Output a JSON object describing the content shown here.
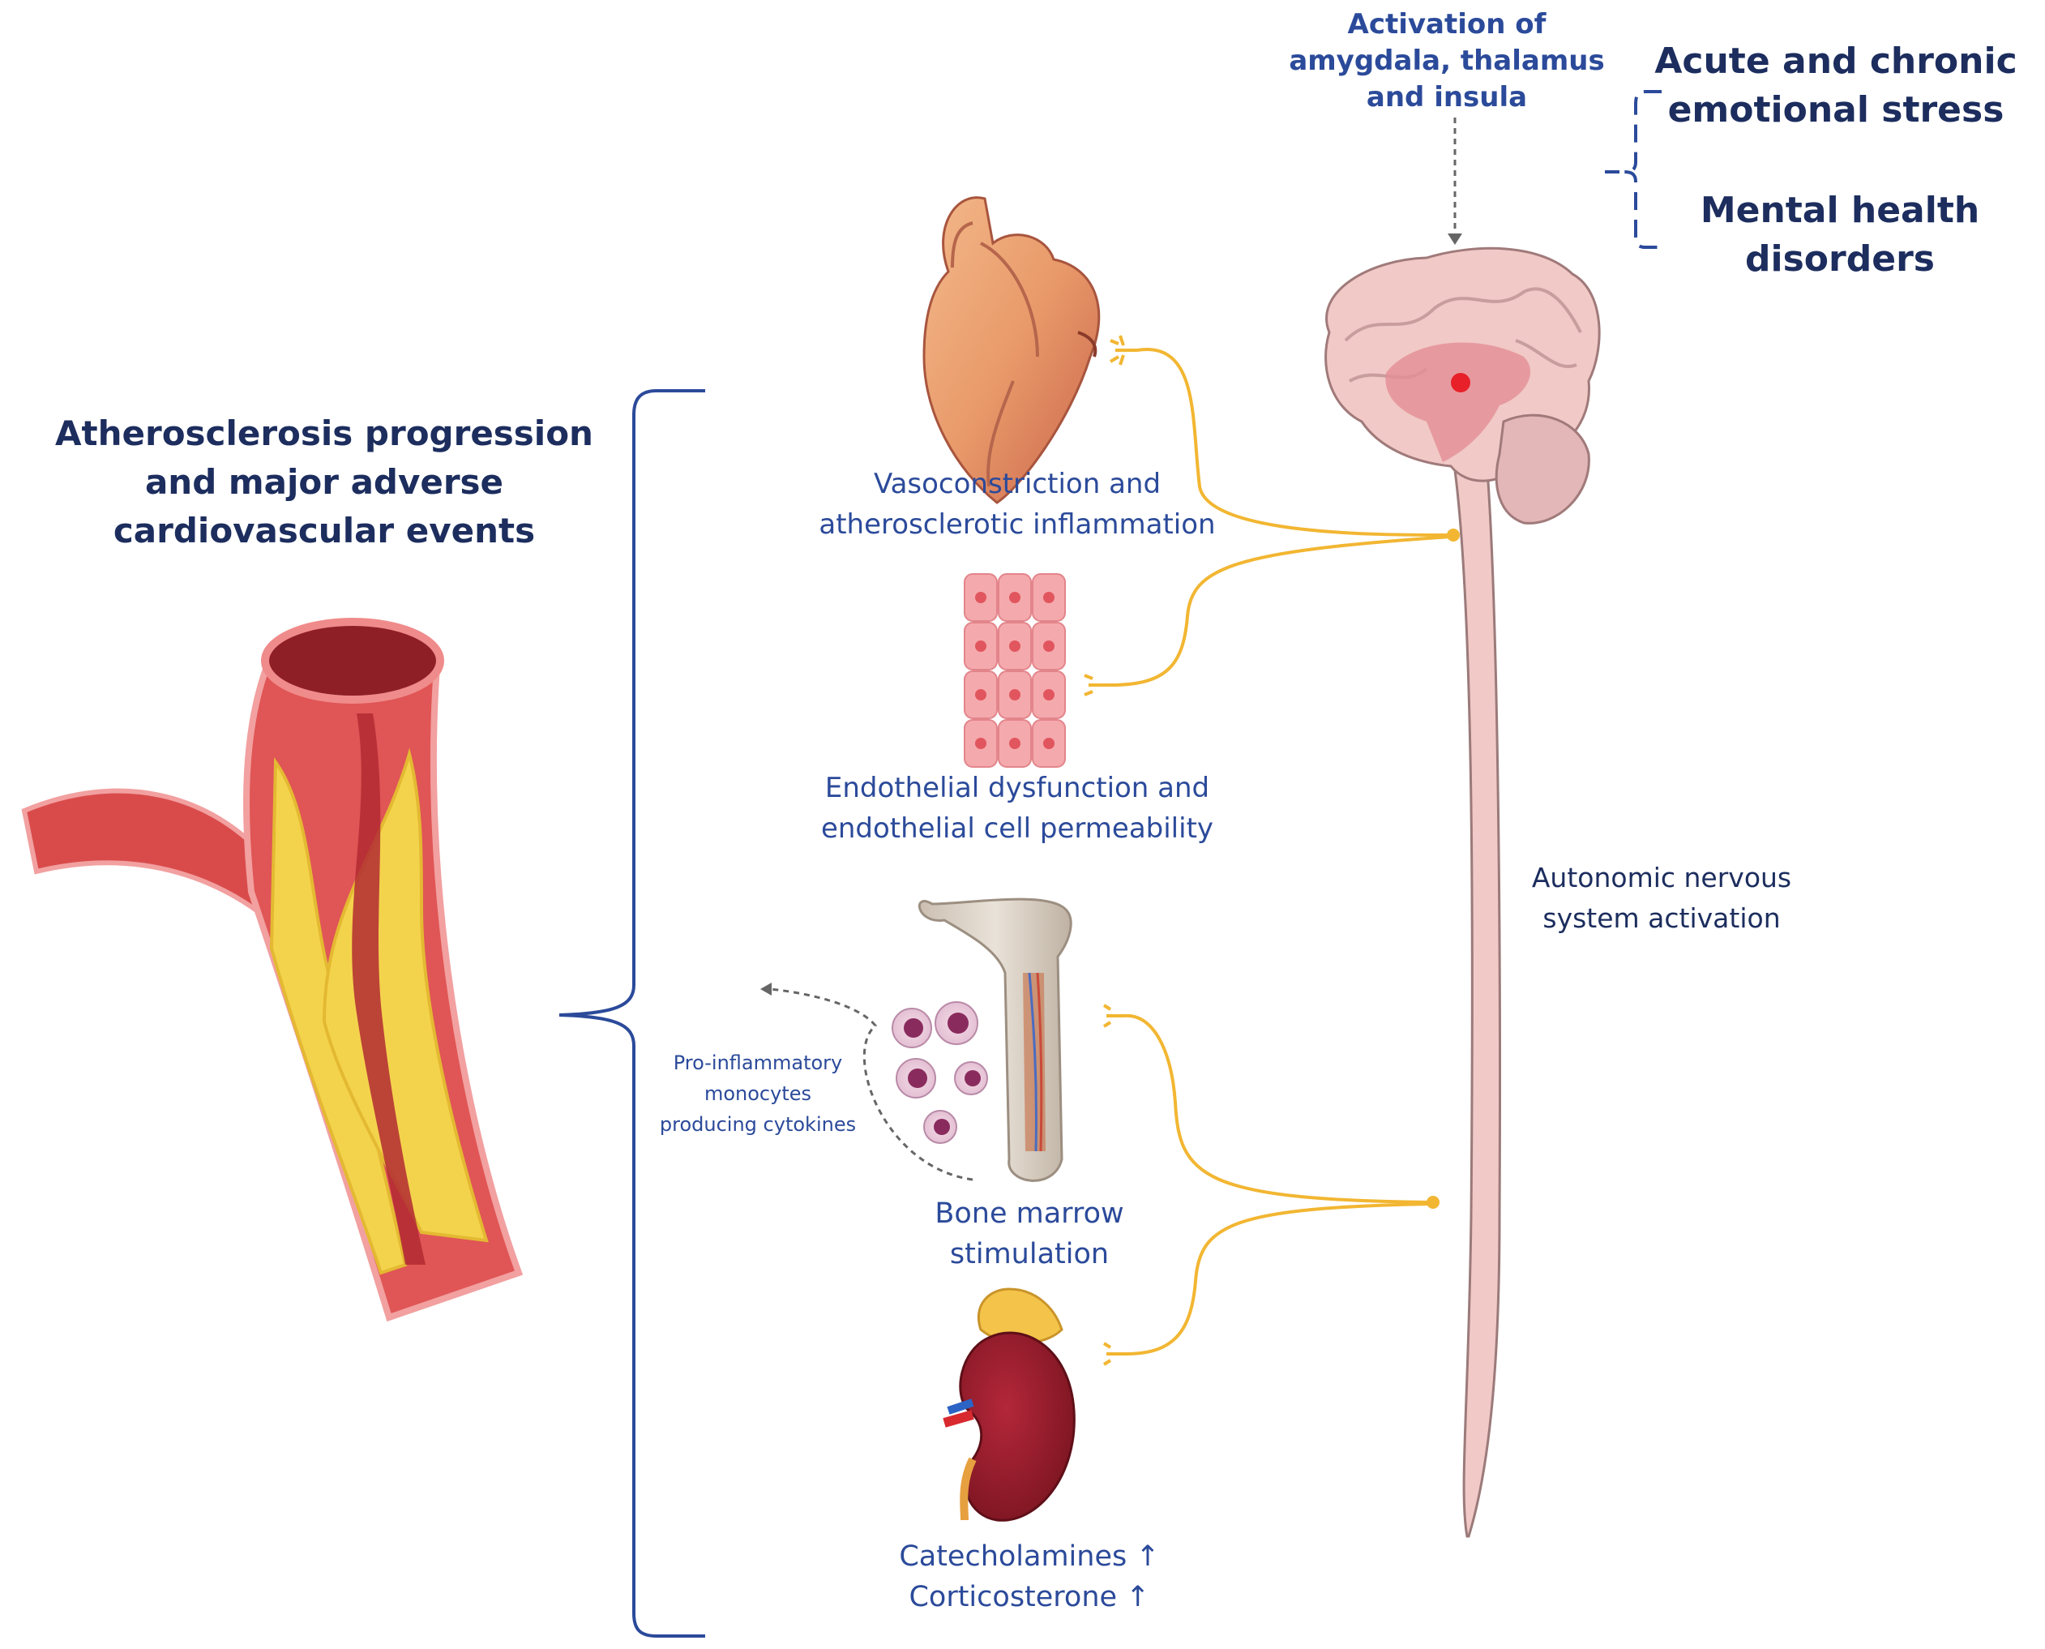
{
  "labels": {
    "activation": [
      "Activation of",
      "amygdala, thalamus",
      "and insula"
    ],
    "stress": [
      "Acute and chronic",
      "emotional stress"
    ],
    "mental_health": [
      "Mental health",
      "disorders"
    ],
    "outcome": [
      "Atherosclerosis progression",
      "and major adverse",
      "cardiovascular events"
    ],
    "heart": [
      "Vasoconstriction and",
      "atherosclerotic inflammation"
    ],
    "endothelium": [
      "Endothelial dysfunction and",
      "endothelial cell permeability"
    ],
    "ans": [
      "Autonomic nervous",
      "system activation"
    ],
    "monocytes": [
      "Pro-inflammatory",
      "monocytes",
      "producing cytokines"
    ],
    "bone_marrow": [
      "Bone marrow",
      "stimulation"
    ],
    "hormones": [
      "Catecholamines ↑",
      "Corticosterone ↑"
    ]
  },
  "colors": {
    "accent_text": "#2b4a9a",
    "heading_text": "#1c2d5e",
    "nerve": "#f2b632",
    "vessel_wall": "#d94b4b",
    "plaque": "#f4d34c",
    "brain": "#f1c9c7",
    "amygdala_marker": "#e8202a"
  }
}
